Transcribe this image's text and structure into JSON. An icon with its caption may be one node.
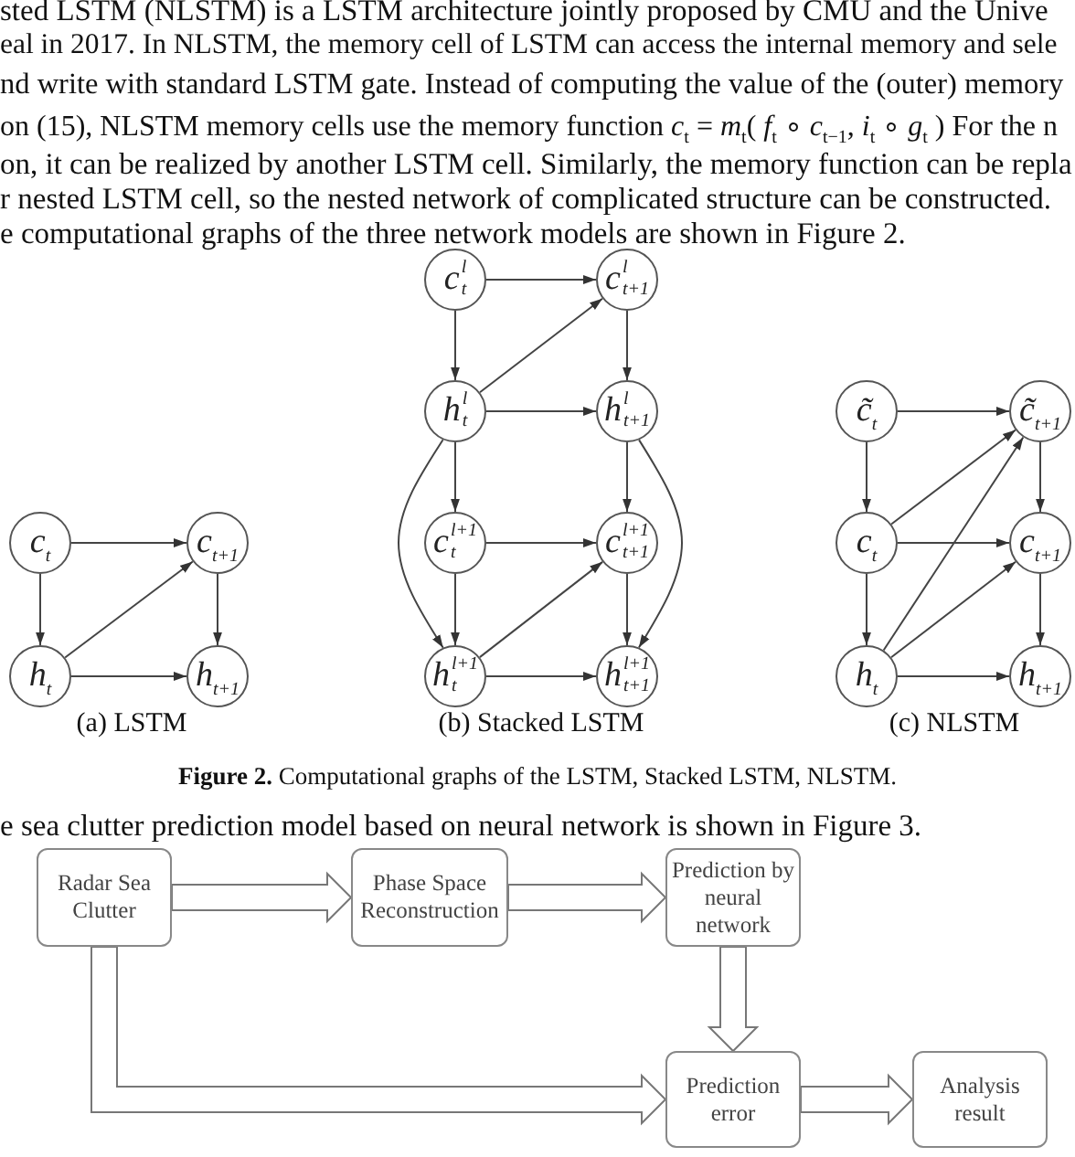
{
  "diagram": {
    "caption": "**Figure 2.** Computational graphs of the LSTM, Stacked LSTM, NLSTM.",
    "nodes": [
      {
        "text": [
          "c$_{t}$"
        ]
      },
      {
        "text": [
          "c$_{t+1}$"
        ]
      },
      {
        "text": [
          "h$_{t}$"
        ]
      },
      {
        "text": [
          "h$_{t+1}$"
        ]
      },
      {
        "text": [
          "c$^{l}$$_{t}$"
        ]
      },
      {
        "text": [
          "c$^{l}$$_{t+1}$"
        ]
      },
      {
        "text": [
          "h$^{l}$$_{t}$"
        ]
      },
      {
        "text": [
          "h$^{l}$$_{t+1}$"
        ]
      },
      {
        "text": [
          "c$^{l+1}$$_{t}$"
        ]
      },
      {
        "text": [
          "c$^{l+1}$$_{t+1}$"
        ]
      },
      {
        "text": [
          "h$^{l+1}$$_{t}$"
        ]
      },
      {
        "text": [
          "h$^{l+1}$$_{t+1}$"
        ]
      },
      {
        "text": [
          "c̃$_{t}$"
        ]
      },
      {
        "text": [
          "c̃$_{t+1}$"
        ]
      },
      {
        "text": [
          "c$_{t}$"
        ]
      },
      {
        "text": [
          "c$_{t+1}$"
        ]
      },
      {
        "text": [
          "h$_{t}$"
        ]
      },
      {
        "text": [
          "h$_{t+1}$"
        ]
      },
      {
        "text": [
          "Radar Sea Clutter"
        ]
      },
      {
        "text": [
          "Phase Space Reconstruction"
        ]
      },
      {
        "text": [
          "Prediction by neural network"
        ]
      },
      {
        "text": [
          "Prediction error"
        ]
      },
      {
        "text": [
          "Analysis result"
        ]
      }
    ],
    "edges": [
      {
        "from": 0,
        "to": 1,
        "arrow": "to"
      },
      {
        "from": 0,
        "to": 2,
        "arrow": "to"
      },
      {
        "from": 2,
        "to": 1,
        "arrow": "to"
      },
      {
        "from": 1,
        "to": 3,
        "arrow": "to"
      },
      {
        "from": 2,
        "to": 3,
        "arrow": "to"
      },
      {
        "from": 4,
        "to": 5,
        "arrow": "to"
      },
      {
        "from": 4,
        "to": 6,
        "arrow": "to"
      },
      {
        "from": 6,
        "to": 5,
        "arrow": "to"
      },
      {
        "from": 6,
        "to": 7,
        "arrow": "to"
      },
      {
        "from": 5,
        "to": 7,
        "arrow": "to"
      },
      {
        "from": 6,
        "to": 8,
        "arrow": "to"
      },
      {
        "from": 7,
        "to": 9,
        "arrow": "to"
      },
      {
        "from": 8,
        "to": 9,
        "arrow": "to"
      },
      {
        "from": 10,
        "to": 9,
        "arrow": "to"
      },
      {
        "from": 8,
        "to": 10,
        "arrow": "to"
      },
      {
        "from": 9,
        "to": 11,
        "arrow": "to"
      },
      {
        "from": 10,
        "to": 11,
        "arrow": "to"
      },
      {
        "from": 6,
        "to": 10,
        "arrow": "to"
      },
      {
        "from": 7,
        "to": 11,
        "arrow": "to"
      },
      {
        "from": 12,
        "to": 13,
        "arrow": "to"
      },
      {
        "from": 12,
        "to": 14,
        "arrow": "to"
      },
      {
        "from": 13,
        "to": 15,
        "arrow": "to"
      },
      {
        "from": 14,
        "to": 13,
        "arrow": "to"
      },
      {
        "from": 14,
        "to": 15,
        "arrow": "to"
      },
      {
        "from": 14,
        "to": 16,
        "arrow": "to"
      },
      {
        "from": 16,
        "to": 13,
        "arrow": "to"
      },
      {
        "from": 16,
        "to": 15,
        "arrow": "to"
      },
      {
        "from": 15,
        "to": 17,
        "arrow": "to"
      },
      {
        "from": 16,
        "to": 17,
        "arrow": "to"
      },
      {
        "from": 18,
        "to": 19,
        "arrow": "to",
        "style": "thick"
      },
      {
        "from": 19,
        "to": 20,
        "arrow": "to",
        "style": "thick"
      },
      {
        "from": 20,
        "to": 21,
        "arrow": "to",
        "style": "thick"
      },
      {
        "from": 18,
        "to": 21,
        "arrow": "to",
        "style": "thick"
      },
      {
        "from": 21,
        "to": 22,
        "arrow": "to",
        "style": "thick"
      }
    ],
    "labels": [
      "sted LSTM (NLSTM) is a LSTM architecture jointly proposed by CMU and the Unive",
      "eal in 2017. In NLSTM, the memory cell of LSTM can access the internal memory and sele",
      "nd write with standard LSTM gate. Instead of computing the value of the (outer) memory",
      "on (15), NLSTM memory cells use the memory function *c*$_{t}$ = *m*$_{t}$( *f*$_{t}$ ∘ *c*$_{t−1}$, *i*$_{t}$ ∘ *g*$_{t}$ ) For the n",
      "on, it can be realized by another LSTM cell. Similarly, the memory function can be repla",
      "r nested LSTM cell, so the nested network of complicated structure can be constructed.",
      "e computational graphs of the three network models are shown in Figure 2.",
      "(a)  LSTM",
      "(b)  Stacked LSTM",
      "(c)  NLSTM",
      "e sea clutter prediction model based on neural network is shown in Figure 3."
    ]
  }
}
